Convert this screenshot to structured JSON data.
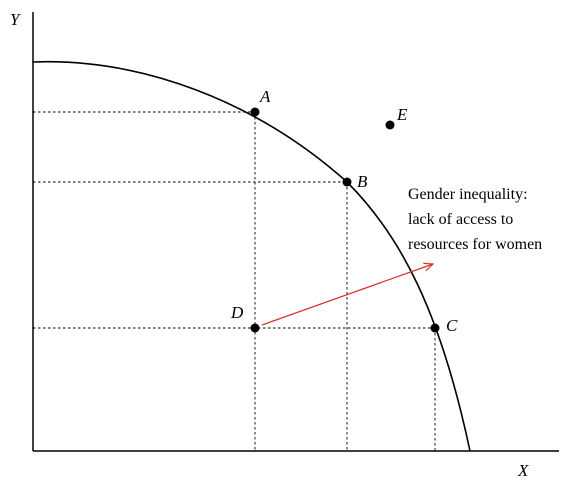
{
  "axes": {
    "x_label": "X",
    "y_label": "Y"
  },
  "points": [
    {
      "id": "A",
      "label": "A"
    },
    {
      "id": "B",
      "label": "B"
    },
    {
      "id": "C",
      "label": "C"
    },
    {
      "id": "D",
      "label": "D"
    },
    {
      "id": "E",
      "label": "E"
    }
  ],
  "annotation": {
    "lines": [
      "Gender inequality:",
      "lack of access to",
      "resources for women"
    ],
    "arrow_color": "#d9342b"
  },
  "colors": {
    "curve": "#000000",
    "guides": "#000000",
    "points": "#000000"
  }
}
